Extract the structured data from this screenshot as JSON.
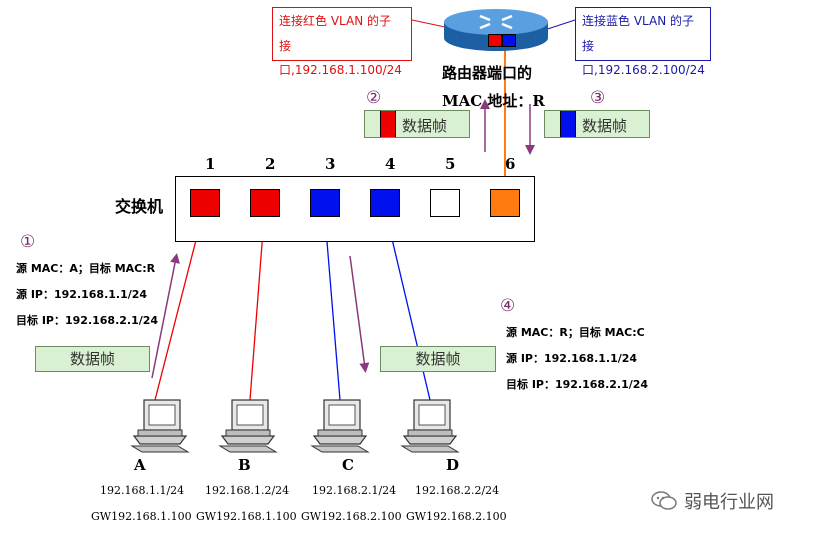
{
  "router": {
    "label_red_line1": "连接红色 VLAN 的子",
    "label_red_line2": "接口,192.168.1.100/24",
    "label_blue_line1": "连接蓝色 VLAN 的子",
    "label_blue_line2": "接口,192.168.2.100/24",
    "mac_line1": "路由器端口的",
    "mac_line2": "MAC 地址：R"
  },
  "steps": {
    "s1": "①",
    "s2": "②",
    "s3": "③",
    "s4": "④"
  },
  "frame_label": "数据帧",
  "switch": {
    "label": "交换机",
    "ports": [
      {
        "num": "1",
        "color": "#ee0000"
      },
      {
        "num": "2",
        "color": "#ee0000"
      },
      {
        "num": "3",
        "color": "#0010ee"
      },
      {
        "num": "4",
        "color": "#0010ee"
      },
      {
        "num": "5",
        "color": "#ffffff"
      },
      {
        "num": "6",
        "color": "#ff7a10"
      }
    ]
  },
  "info_left": {
    "line1": "源 MAC：A；目标 MAC:R",
    "line2": "源 IP：192.168.1.1/24",
    "line3": "目标 IP：192.168.2.1/24"
  },
  "info_right": {
    "line1": "源 MAC：R；目标 MAC:C",
    "line2": "源 IP：192.168.1.1/24",
    "line3": "目标 IP：192.168.2.1/24"
  },
  "hosts": [
    {
      "name": "A",
      "ip": "192.168.1.1/24",
      "gw": "GW192.168.1.100"
    },
    {
      "name": "B",
      "ip": "192.168.1.2/24",
      "gw": "GW192.168.1.100"
    },
    {
      "name": "C",
      "ip": "192.168.2.1/24",
      "gw": "GW192.168.2.100"
    },
    {
      "name": "D",
      "ip": "192.168.2.2/24",
      "gw": "GW192.168.2.100"
    }
  ],
  "watermark": "弱电行业网",
  "colors": {
    "red": "#ee0000",
    "blue": "#0010ee",
    "orange": "#ff7a10",
    "purple": "#8a3a7c",
    "green_frame": "#d9f0d2"
  }
}
